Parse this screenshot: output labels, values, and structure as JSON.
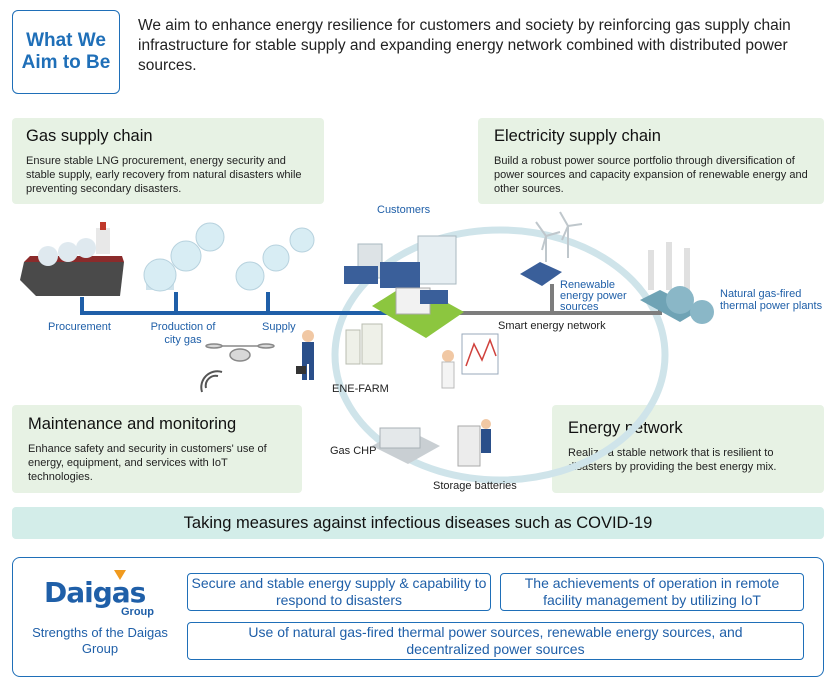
{
  "header": {
    "aim_label": "What We Aim to Be",
    "aim_text": "We aim to enhance energy resilience for customers and society by reinforcing gas supply chain infrastructure for stable supply and expanding energy network combined with distributed power sources."
  },
  "panels": {
    "gas_supply": {
      "title": "Gas supply chain",
      "text": "Ensure stable LNG procurement, energy security and stable supply, early recovery from natural disasters while preventing secondary disasters."
    },
    "electricity_supply": {
      "title": "Electricity supply chain",
      "text": "Build a robust power source portfolio through diversification of power sources and capacity expansion of renewable energy and other sources."
    },
    "maintenance": {
      "title": "Maintenance and monitoring",
      "text": "Enhance safety and security in customers' use of energy, equipment, and services with IoT technologies."
    },
    "energy_network": {
      "title": "Energy network",
      "text": "Realize a stable network that is resilient to disasters by providing the best energy mix."
    }
  },
  "labels": {
    "procurement": "Procurement",
    "production": "Production of city gas",
    "supply": "Supply",
    "customers": "Customers",
    "renewable": "Renewable energy power sources",
    "thermal": "Natural gas-fired thermal power plants",
    "smart_network": "Smart energy network",
    "ene_farm": "ENE-FARM",
    "gas_chp": "Gas CHP",
    "storage": "Storage batteries"
  },
  "banner": {
    "covid": "Taking measures against infectious diseases such as COVID-19"
  },
  "strengths": {
    "logo_word": "Daigas",
    "logo_group": "Group",
    "label": "Strengths of the Daigas Group",
    "items": [
      "Secure and stable energy supply & capability to respond to disasters",
      "The achievements of operation in remote facility management by utilizing IoT",
      "Use of natural gas-fired thermal power sources, renewable energy sources, and decentralized power sources"
    ]
  },
  "colors": {
    "brand_blue": "#1f6fb8",
    "panel_green": "#e7f2e4",
    "covid_teal": "#d3ede9",
    "pipe_blue": "#1f5fa8",
    "logo_orange": "#f09a1e"
  }
}
